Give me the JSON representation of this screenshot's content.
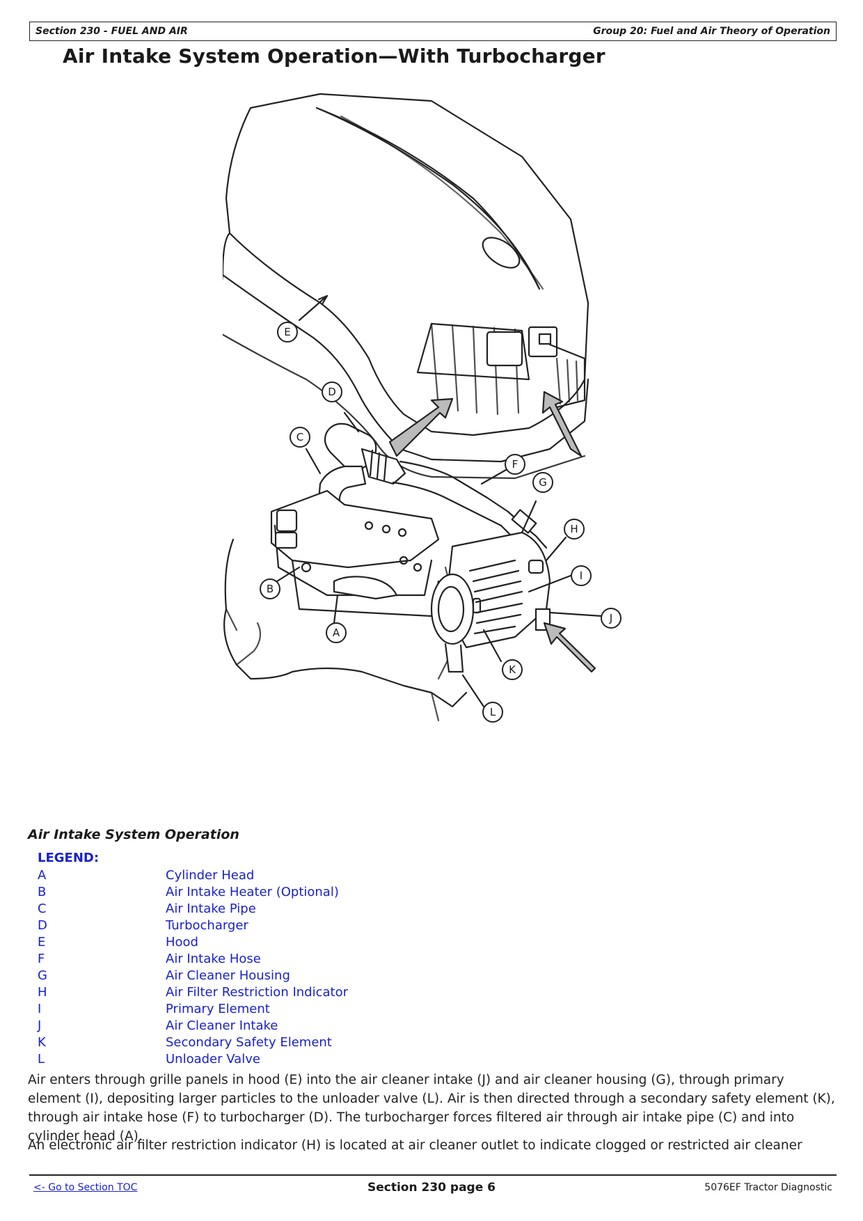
{
  "header": {
    "left": "Section 230 - FUEL AND AIR",
    "right": "Group 20: Fuel and Air Theory of Operation"
  },
  "title": "Air Intake System Operation—With Turbocharger",
  "figure": {
    "callouts": {
      "A": "A",
      "B": "B",
      "C": "C",
      "D": "D",
      "E": "E",
      "F": "F",
      "G": "G",
      "H": "H",
      "I": "I",
      "J": "J",
      "K": "K",
      "L": "L"
    }
  },
  "caption": "Air Intake System Operation",
  "legend": {
    "title": "LEGEND:",
    "items": [
      {
        "key": "A",
        "label": "Cylinder Head"
      },
      {
        "key": "B",
        "label": "Air Intake Heater (Optional)"
      },
      {
        "key": "C",
        "label": "Air Intake Pipe"
      },
      {
        "key": "D",
        "label": "Turbocharger"
      },
      {
        "key": "E",
        "label": "Hood"
      },
      {
        "key": "F",
        "label": "Air Intake Hose"
      },
      {
        "key": "G",
        "label": "Air Cleaner Housing"
      },
      {
        "key": "H",
        "label": "Air Filter Restriction Indicator"
      },
      {
        "key": "I",
        "label": "Primary Element"
      },
      {
        "key": "J",
        "label": "Air Cleaner Intake"
      },
      {
        "key": "K",
        "label": "Secondary Safety Element"
      },
      {
        "key": "L",
        "label": "Unloader Valve"
      }
    ]
  },
  "body": {
    "p1": "Air enters through grille panels in hood (E) into the air cleaner intake (J) and air cleaner housing (G), through primary element (I), depositing larger particles to the unloader valve (L). Air is then directed through a secondary safety element (K), through air intake hose (F) to turbocharger (D). The turbocharger forces filtered air through air intake pipe (C) and into cylinder head (A).",
    "p2": "An electronic air filter restriction indicator (H) is located at air cleaner outlet to indicate clogged or restricted air cleaner"
  },
  "footer": {
    "toc_link": "<- Go to Section TOC",
    "page": "Section 230 page 6",
    "doc": "5076EF Tractor Diagnostic"
  }
}
